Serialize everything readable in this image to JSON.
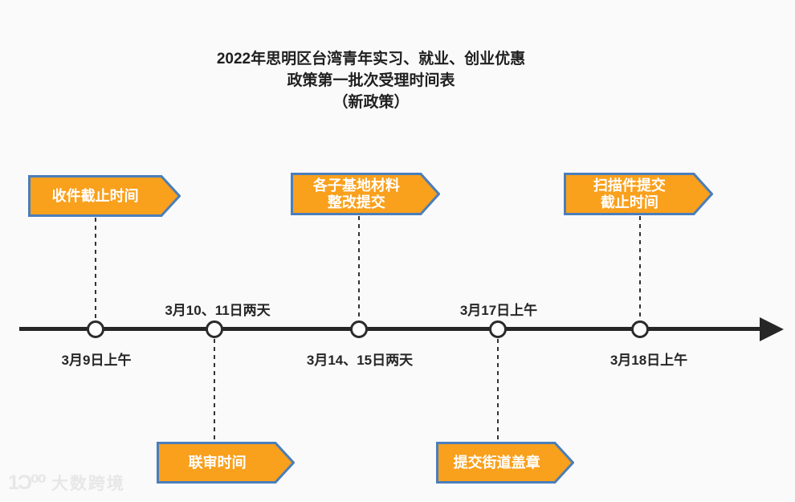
{
  "title": {
    "lines": [
      "2022年思明区台湾青年实习、就业、创业优惠",
      "政策第一批次受理时间表",
      "（新政策）"
    ]
  },
  "events": [
    {
      "banner": "收件截止时间",
      "date": "3月9日上午",
      "banner_side": "top",
      "date_side": "below"
    },
    {
      "banner": "联审时间",
      "date": "3月10、11日两天",
      "banner_side": "bottom",
      "date_side": "above"
    },
    {
      "banner": "各子基地材料\n整改提交",
      "date": "3月14、15日两天",
      "banner_side": "top",
      "date_side": "below"
    },
    {
      "banner": "提交街道盖章",
      "date": "3月17日上午",
      "banner_side": "bottom",
      "date_side": "above"
    },
    {
      "banner": "扫描件提交\n截止时间",
      "date": "3月18日上午",
      "banner_side": "top",
      "date_side": "below"
    }
  ],
  "watermark": {
    "logo": "1Ɔ⁰⁰",
    "text": "大数跨境"
  },
  "colors": {
    "banner_fill": "#F9A01C",
    "banner_border": "#4A7EBB",
    "timeline": "#262626",
    "background": "#FAFAFA"
  }
}
